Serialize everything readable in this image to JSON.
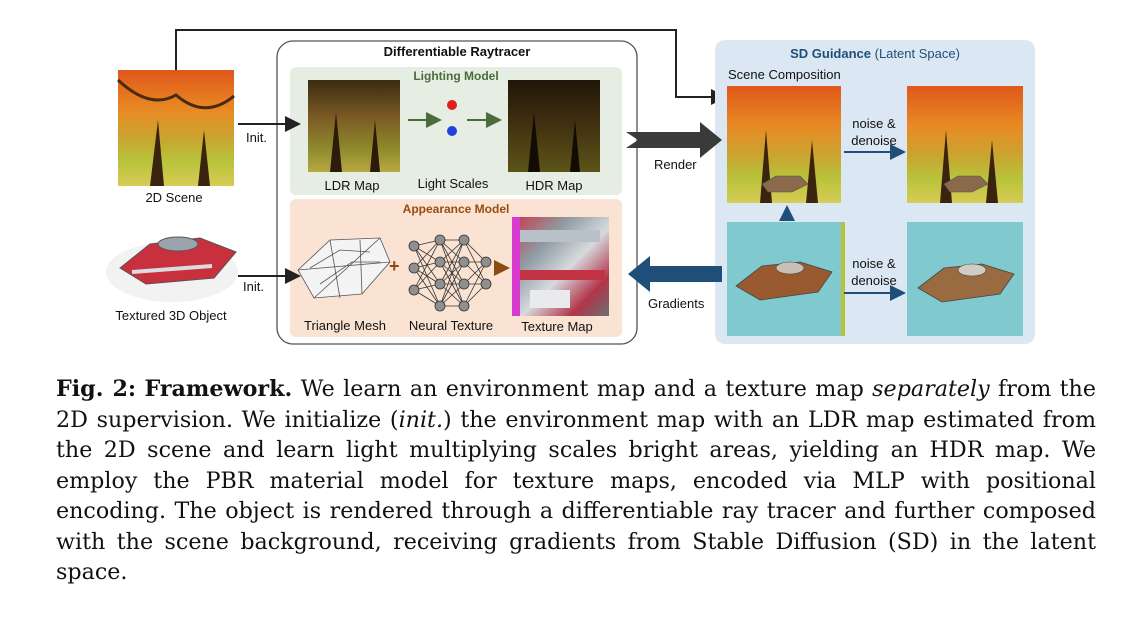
{
  "figure": {
    "raytracer_title": "Differentiable Raytracer",
    "lighting_model": "Lighting Model",
    "appearance_model": "Appearance Model",
    "sd_guidance_bold": "SD Guidance",
    "sd_guidance_suffix": " (Latent Space)",
    "scene_composition": "Scene Composition",
    "scene_2d": "2D Scene",
    "object_3d": "Textured 3D Object",
    "init_top": "Init.",
    "init_bottom": "Init.",
    "ldr_map": "LDR Map",
    "light_scales": "Light Scales",
    "hdr_map": "HDR Map",
    "triangle_mesh": "Triangle Mesh",
    "neural_texture": "Neural Texture",
    "texture_map": "Texture Map",
    "render": "Render",
    "gradients": "Gradients",
    "noise_top_1": "noise &",
    "noise_top_2": "denoise",
    "noise_bot_1": "noise &",
    "noise_bot_2": "denoise",
    "plus_1": "+",
    "plus_2": "+"
  },
  "caption": {
    "label": "Fig. 2:",
    "title": "Framework.",
    "t1": " We learn an environment map and a texture map ",
    "em1": "separately",
    "t2": " from the 2D supervision. We initialize (",
    "em2": "init.",
    "t3": ") the environment map with an LDR map estimated from the 2D scene and learn light multiplying scales bright areas, yielding an HDR map. We employ the PBR material model for texture maps, encoded via MLP with positional encoding. The object is rendered through a differentiable ray tracer and further composed with the scene background, receiving gradients from Stable Diffusion (SD) in the latent space."
  },
  "colors": {
    "lighting_bg": "#e6eee4",
    "appearance_bg": "#fbe3d3",
    "sd_bg": "#dbe8f3",
    "sd_title": "#1f4e79",
    "lighting_title": "#4b6b3a",
    "appearance_title": "#9c4a10",
    "dark_arrow": "#3a3a3a",
    "blue_arrow": "#1f4e79"
  }
}
